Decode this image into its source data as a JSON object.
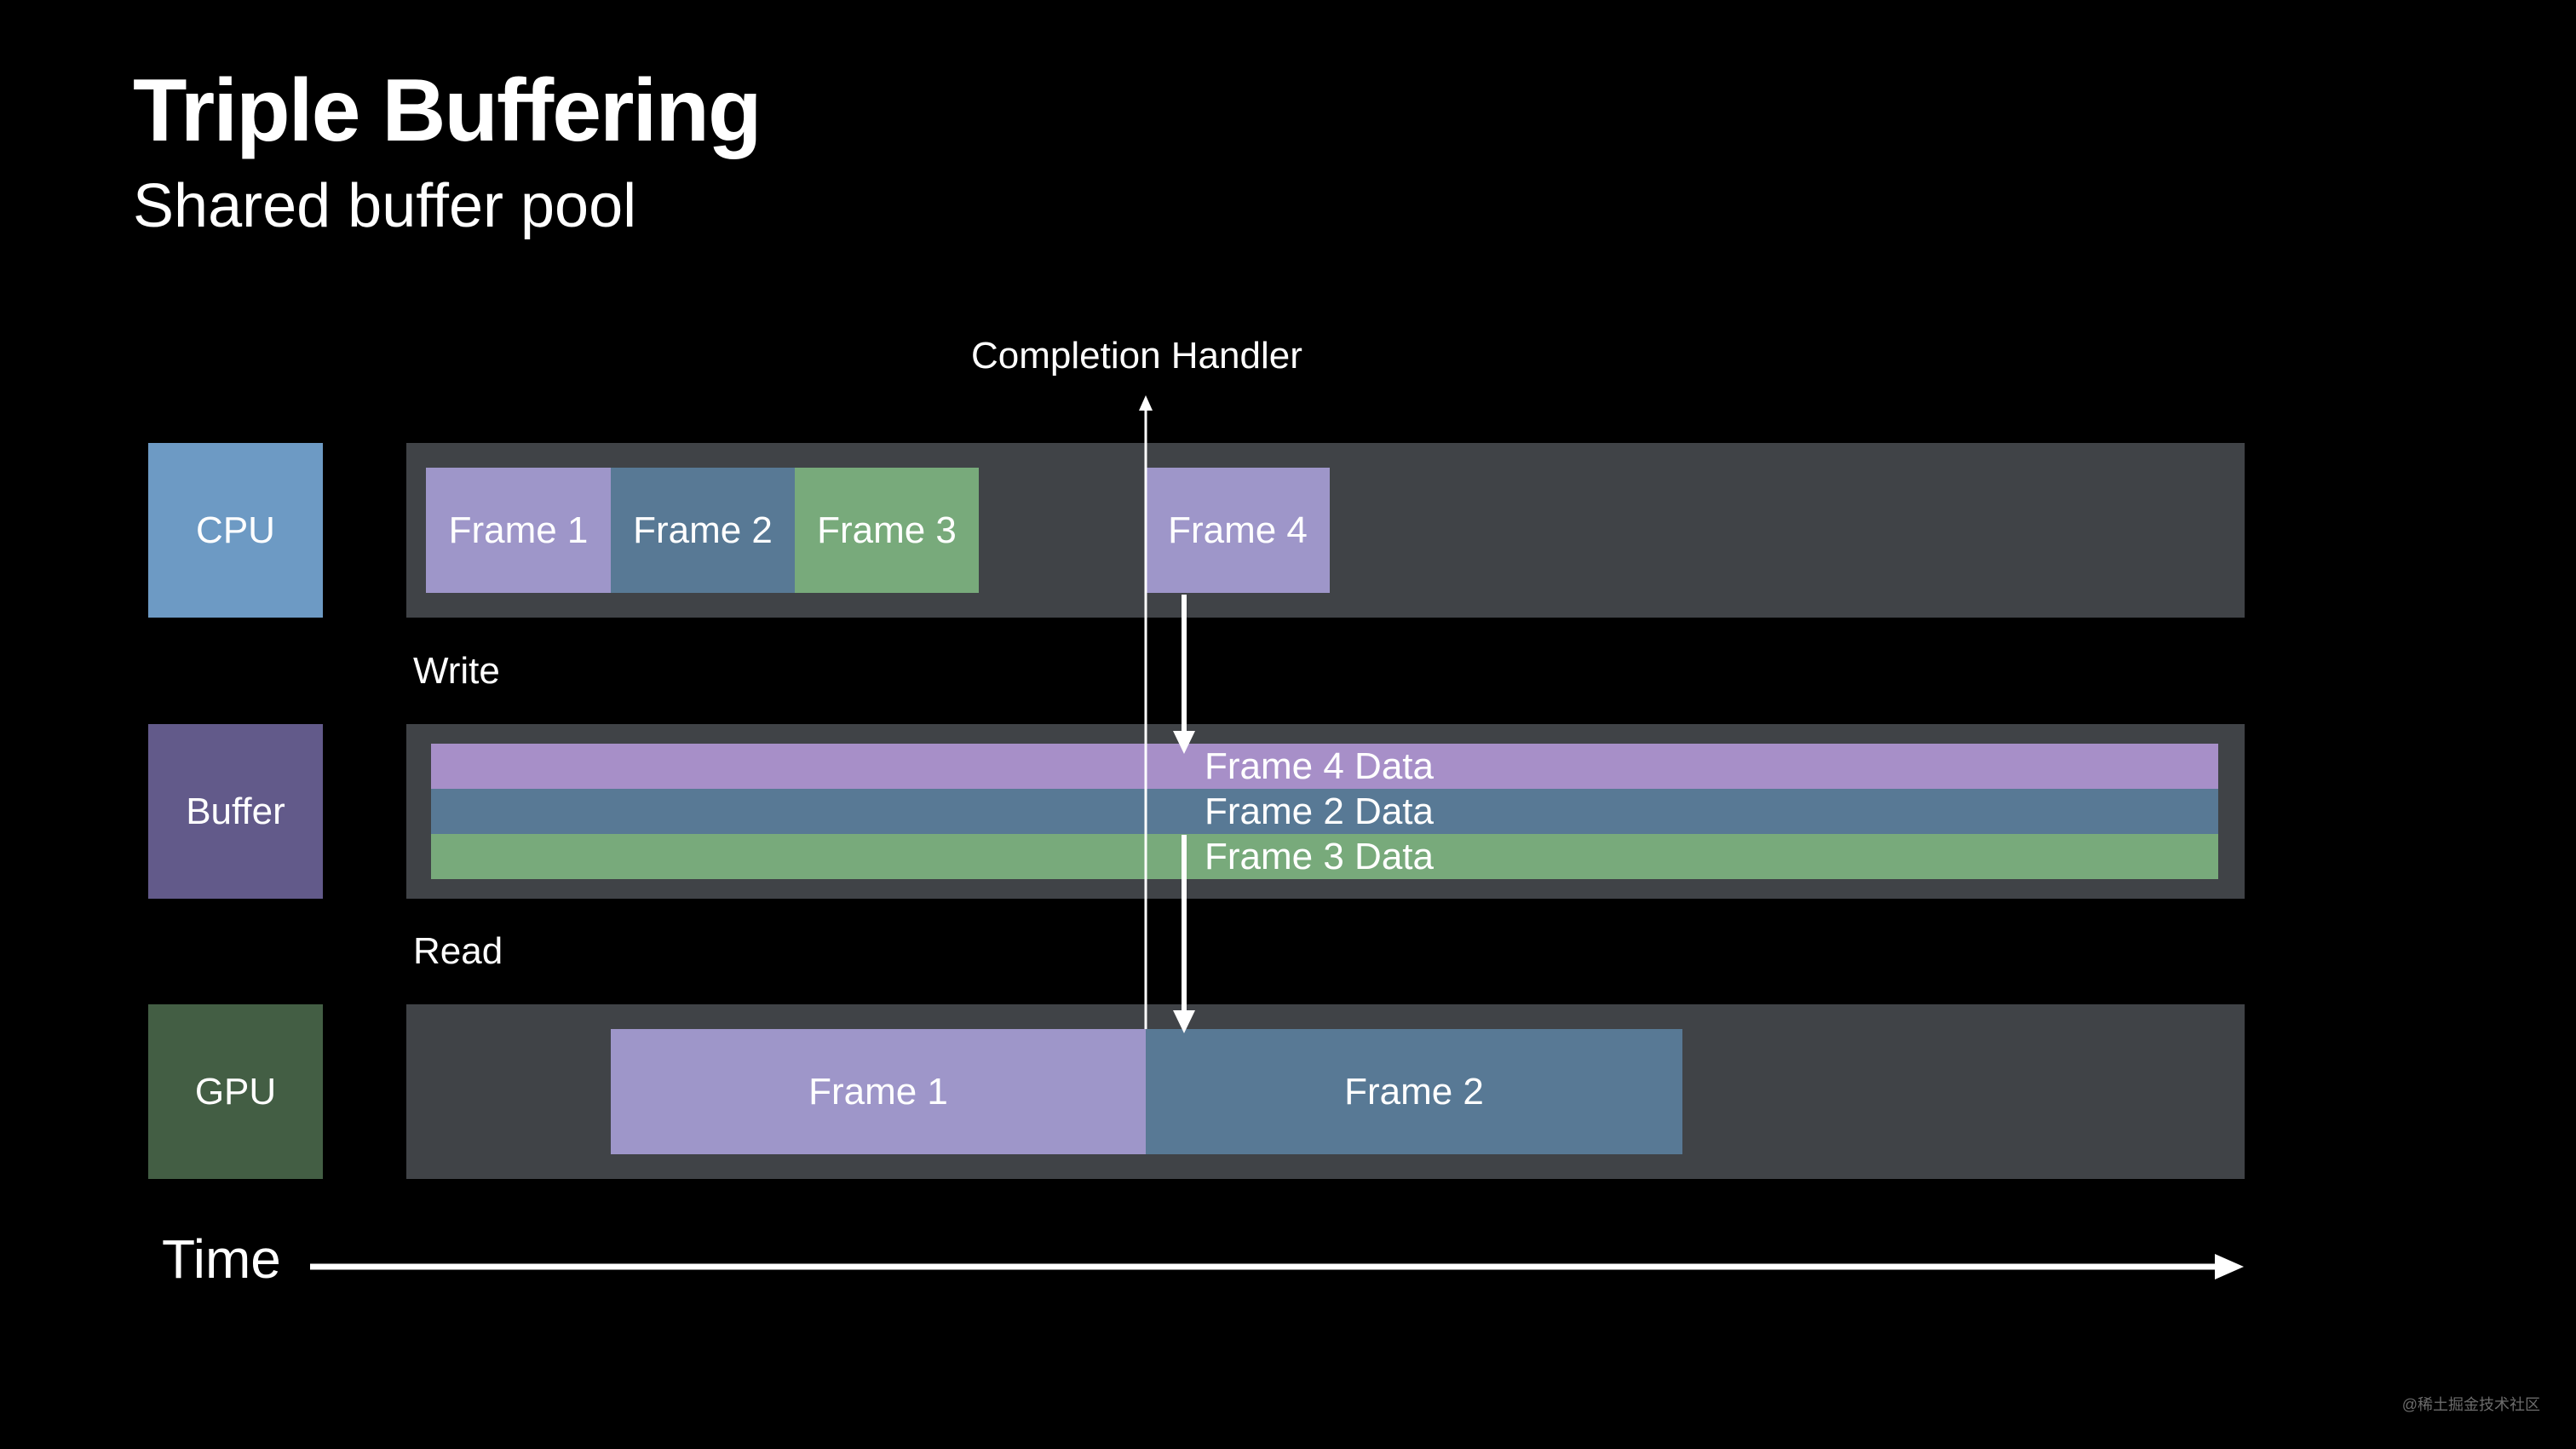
{
  "slide": {
    "title": "Triple Buffering",
    "subtitle": "Shared buffer pool"
  },
  "rows": {
    "cpu": "CPU",
    "buffer": "Buffer",
    "gpu": "GPU"
  },
  "cpu_frames": [
    "Frame 1",
    "Frame 2",
    "Frame 3",
    "Frame 4"
  ],
  "buffer_data": [
    "Frame 4 Data",
    "Frame 2 Data",
    "Frame 3 Data"
  ],
  "gpu_frames": [
    "Frame 1",
    "Frame 2"
  ],
  "annotations": {
    "completion_handler": "Completion Handler",
    "write": "Write",
    "read": "Read",
    "time": "Time"
  },
  "watermark": "@稀土掘金技术社区",
  "colors": {
    "background": "#000000",
    "lane": "#404347",
    "cpu_label": "#6d9ac4",
    "buffer_label": "#625a8a",
    "gpu_label": "#435e44",
    "frame_purple": "#9e96c9",
    "frame_blue": "#587995",
    "frame_green": "#78aa7b",
    "buffer_purple": "#a78fc8",
    "buffer_blue": "#587995",
    "buffer_green": "#78aa7b"
  }
}
